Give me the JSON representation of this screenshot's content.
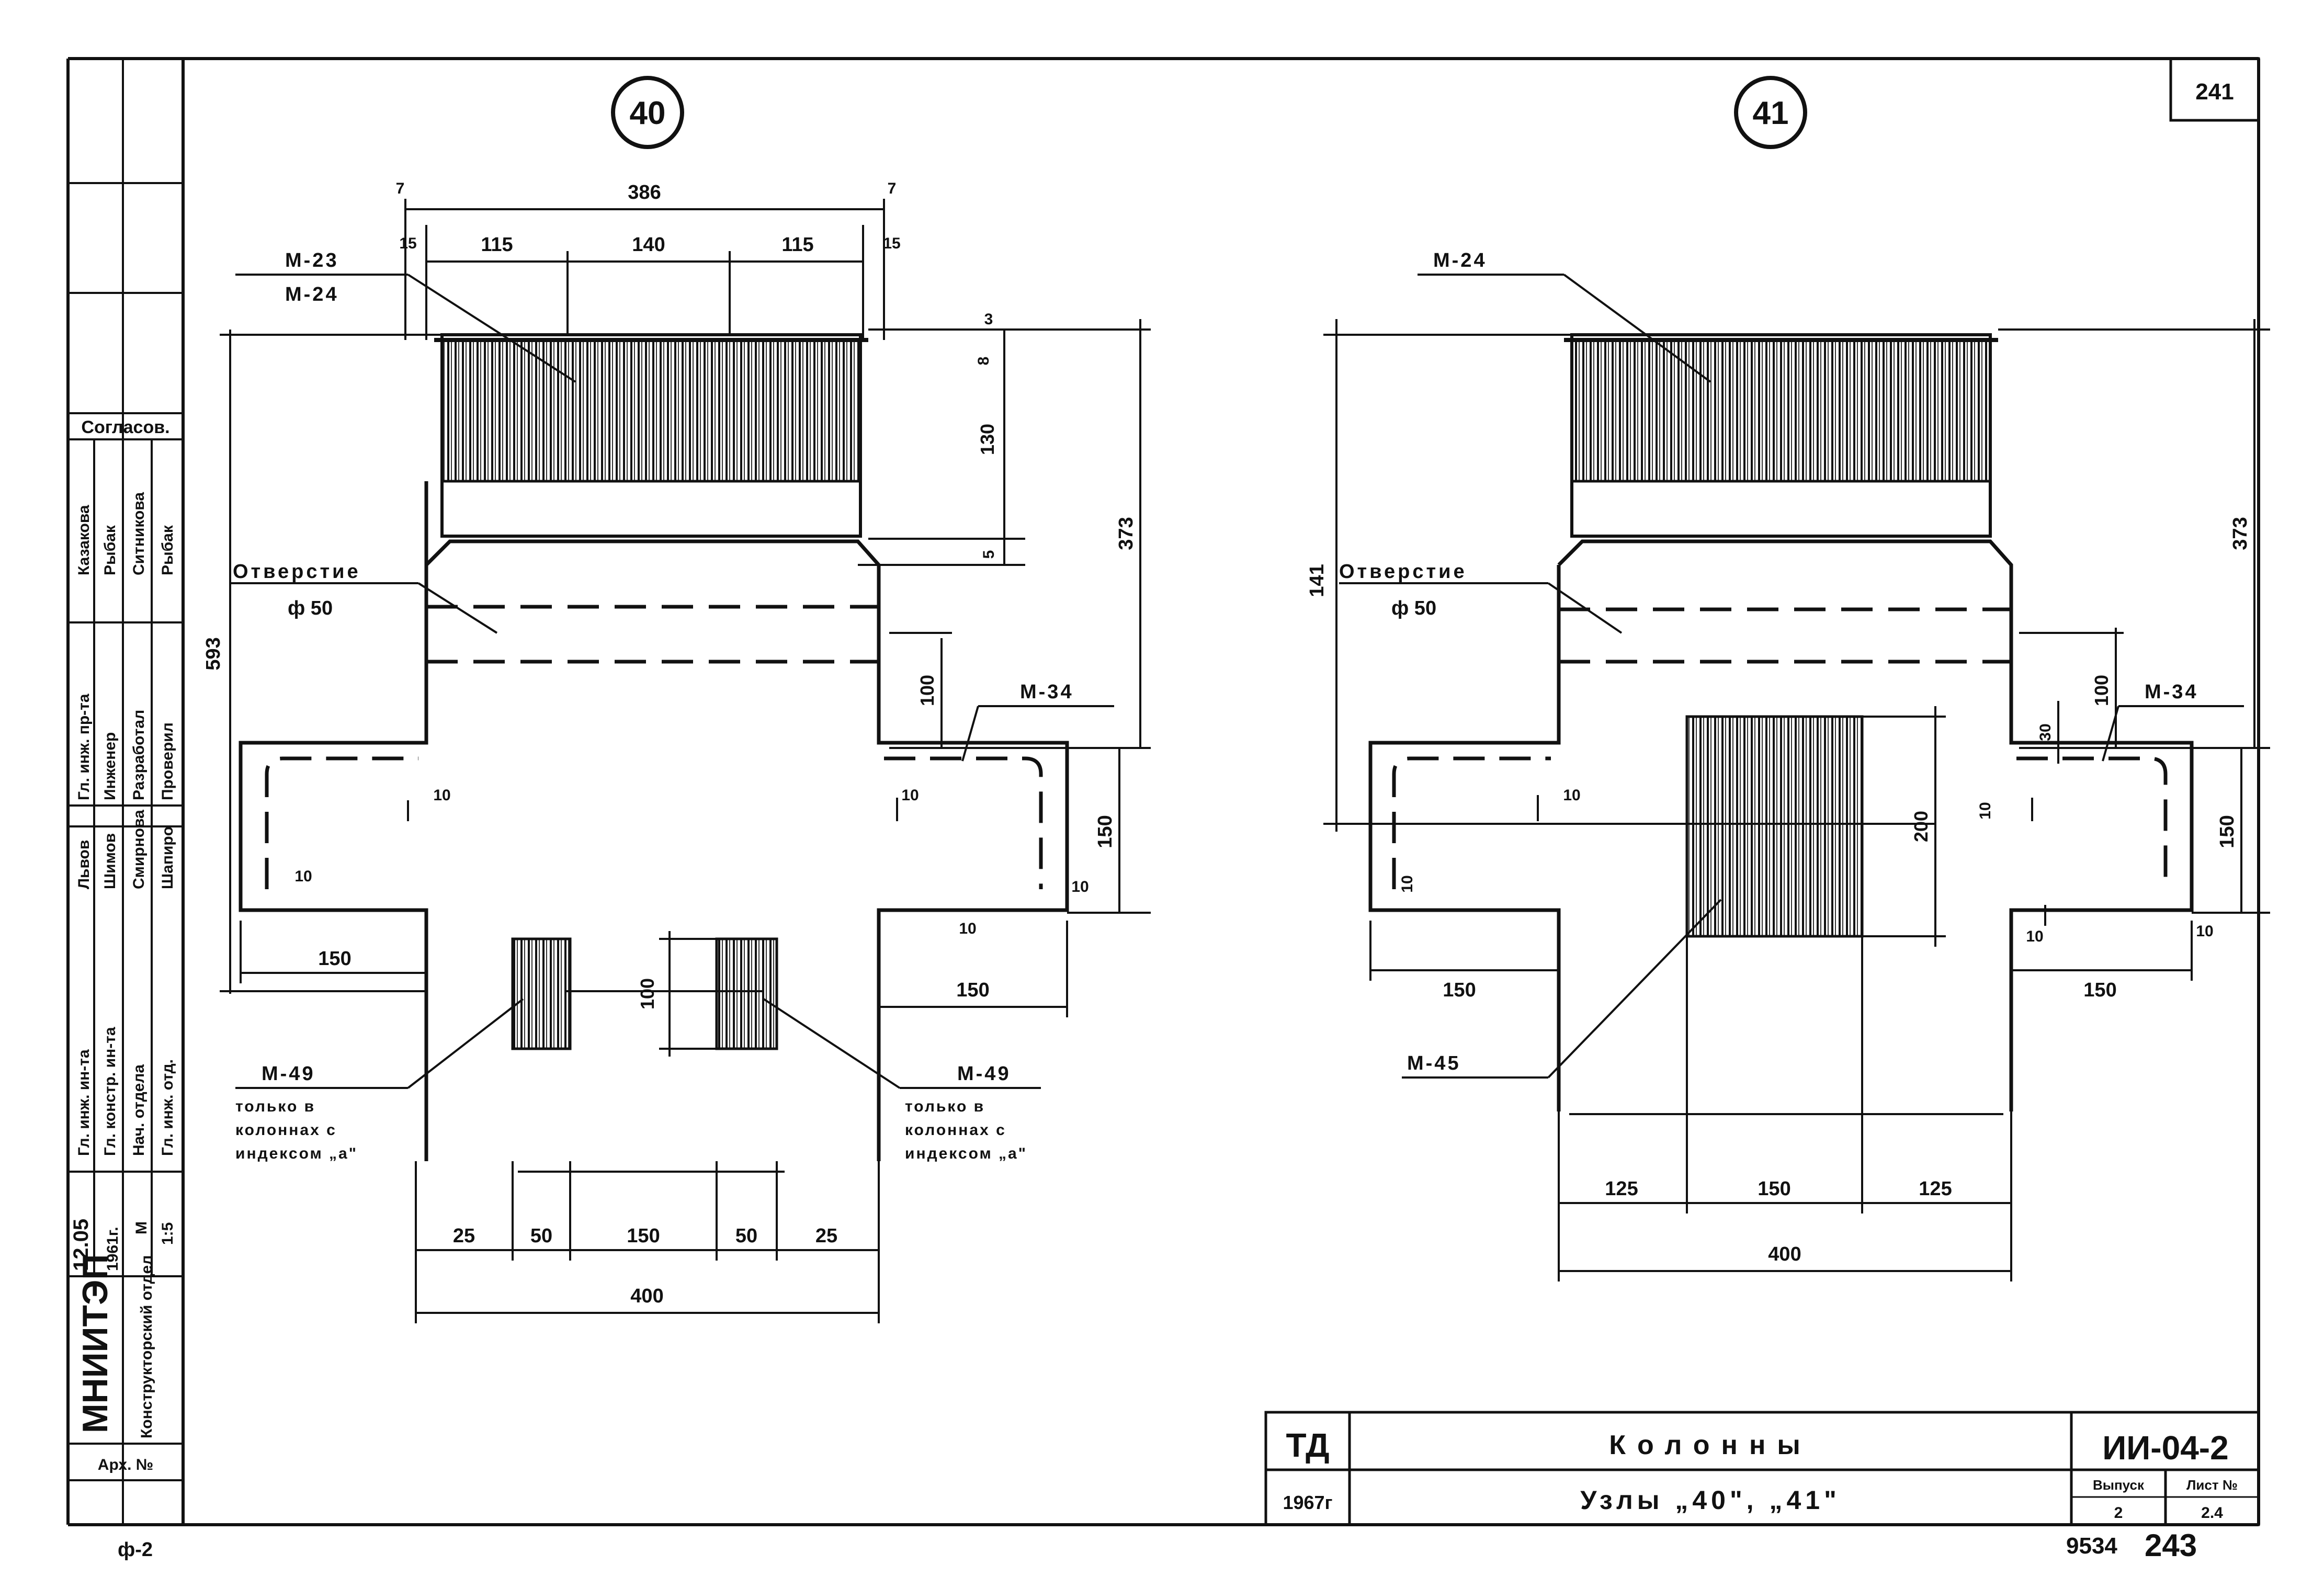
{
  "sheet": {
    "page_number_top": "241",
    "page_number_bottom": "243",
    "archive_number": "9534",
    "corner_mark": "ф-2"
  },
  "title_block": {
    "organization": "ТД",
    "year": "1967г",
    "title_line1": "Колонны",
    "title_line2": "Узлы „40\", „41\"",
    "series": "ИИ-04-2",
    "issue_label": "Выпуск",
    "issue_value": "2",
    "sheet_label": "Лист №",
    "sheet_value": "2.4"
  },
  "side_stamp": {
    "institute": "МНИИТЭП",
    "department": "Конструкторский отдел",
    "date": "12.05",
    "date_year": "1961г.",
    "scale_label": "М",
    "scale_value": "1:5",
    "archive_label": "Арх. №",
    "agreed_label": "Согласов.",
    "rows": [
      {
        "role": "Гл. инж. ин-та",
        "name": "Львов"
      },
      {
        "role": "Гл. констр. ин-та",
        "name": "Шимов"
      },
      {
        "role": "Нач. отдела",
        "name": "Смирнова"
      },
      {
        "role": "Гл. инж. отд.",
        "name": "Шапиро"
      },
      {
        "role": "Гл. инж. пр-та",
        "name": "Казакова"
      },
      {
        "role": "Инженер",
        "name": "Рыбак"
      },
      {
        "role": "Разработал",
        "name": "Ситникова"
      },
      {
        "role": "Проверил",
        "name": "Рыбак"
      }
    ]
  },
  "node40": {
    "number": "40",
    "labels": {
      "m23": "М-23",
      "m24": "М-24",
      "hole": "Отверстие",
      "hole_dia": "ф 50",
      "m34": "М-34",
      "m49_left": "М-49",
      "m49_right": "М-49",
      "note_left": [
        "только в",
        "колоннах с",
        "индексом „а\""
      ],
      "note_right": [
        "только в",
        "колоннах с",
        "индексом „а\""
      ]
    },
    "dims": {
      "total_top": "386",
      "left7": "7",
      "right7": "7",
      "left15": "15",
      "right15": "15",
      "seg115a": "115",
      "seg140": "140",
      "seg115b": "115",
      "d3": "3",
      "d8": "8",
      "d130": "130",
      "d5": "5",
      "d373": "373",
      "d593": "593",
      "d100": "100",
      "d150v": "150",
      "d10a": "10",
      "d10b": "10",
      "d10c": "10",
      "d10d": "10",
      "d10e": "10",
      "d100b": "100",
      "d150l": "150",
      "d150r": "150",
      "b25a": "25",
      "b50a": "50",
      "b150": "150",
      "b50b": "50",
      "b25b": "25",
      "total_bottom": "400"
    }
  },
  "node41": {
    "number": "41",
    "labels": {
      "m24": "М-24",
      "hole": "Отверстие",
      "hole_dia": "ф 50",
      "m34": "М-34",
      "m45": "М-45"
    },
    "dims": {
      "d141": "141",
      "d373": "373",
      "d100": "100",
      "d30": "30",
      "d200": "200",
      "d10a": "10",
      "d10b": "10",
      "d10c": "10",
      "d10d": "10",
      "d10e": "10",
      "d150v": "150",
      "d150l": "150",
      "d150r": "150",
      "b125a": "125",
      "b150": "150",
      "b125b": "125",
      "total_bottom": "400"
    }
  }
}
